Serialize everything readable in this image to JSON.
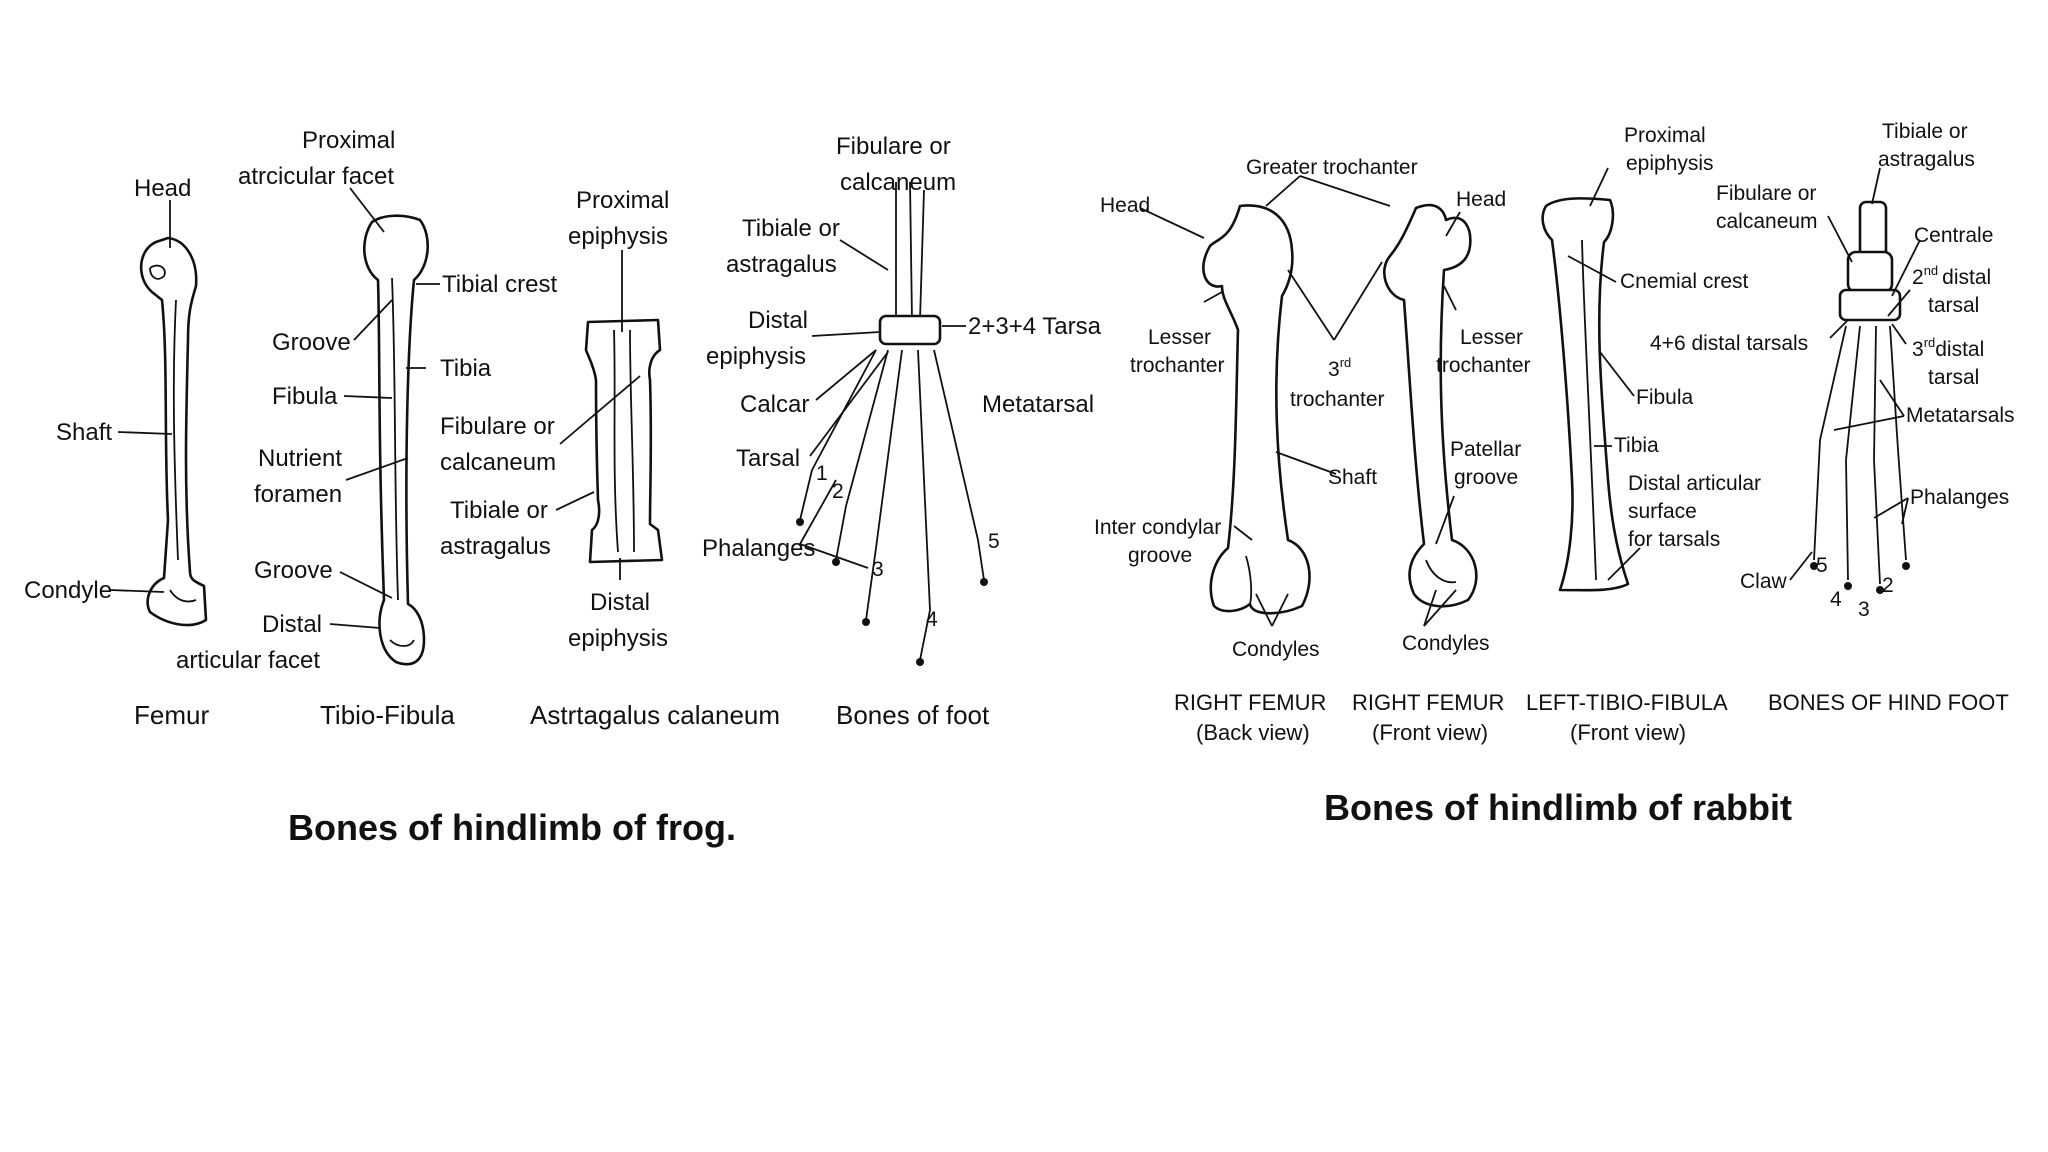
{
  "frog": {
    "title": "Bones of hindlimb of frog.",
    "femur": {
      "caption": "Femur",
      "labels": {
        "head": "Head",
        "shaft": "Shaft",
        "condyle": "Condyle"
      }
    },
    "tibio_fibula": {
      "caption": "Tibio-Fibula",
      "labels": {
        "proximal_1": "Proximal",
        "proximal_2": "atrcicular facet",
        "tibial_crest": "Tibial crest",
        "groove_top": "Groove",
        "tibia": "Tibia",
        "fibula": "Fibula",
        "nutrient_1": "Nutrient",
        "nutrient_2": "foramen",
        "groove_bottom": "Groove",
        "distal_1": "Distal",
        "distal_2": "articular facet"
      }
    },
    "astragalus": {
      "caption": "Astrtagalus calaneum",
      "labels": {
        "proximal_1": "Proximal",
        "proximal_2": "epiphysis",
        "fibulare_1": "Fibulare or",
        "fibulare_2": "calcaneum",
        "tibiale_1": "Tibiale or",
        "tibiale_2": "astragalus",
        "distal_1": "Distal",
        "distal_2": "epiphysis"
      }
    },
    "foot": {
      "caption": "Bones of foot",
      "labels": {
        "fibulare_1": "Fibulare or",
        "fibulare_2": "calcaneum",
        "tibiale_1": "Tibiale or",
        "tibiale_2": "astragalus",
        "distal_1": "Distal",
        "distal_2": "epiphysis",
        "tarsals_234": "2+3+4 Tarsa",
        "calcar": "Calcar",
        "tarsal": "Tarsal",
        "metatarsal": "Metatarsal",
        "phalanges": "Phalanges",
        "d1": "1",
        "d2": "2",
        "d3": "3",
        "d4": "4",
        "d5": "5"
      }
    }
  },
  "rabbit": {
    "title": "Bones of hindlimb of rabbit",
    "femur_back": {
      "caption_1": "RIGHT FEMUR",
      "caption_2": "(Back view)",
      "labels": {
        "head": "Head",
        "greater_trochanter": "Greater trochanter",
        "lesser_1": "Lesser",
        "lesser_2": "trochanter",
        "third_1": "3",
        "third_sup": "rd",
        "third_2": "trochanter",
        "shaft": "Shaft",
        "inter_1": "Inter condylar",
        "inter_2": "groove",
        "condyles": "Condyles"
      }
    },
    "femur_front": {
      "caption_1": "RIGHT FEMUR",
      "caption_2": "(Front view)",
      "labels": {
        "head": "Head",
        "lesser_1": "Lesser",
        "lesser_2": "trochanter",
        "patellar_1": "Patellar",
        "patellar_2": "groove",
        "condyles": "Condyles"
      }
    },
    "tibio_fibula": {
      "caption_1": "LEFT-TIBIO-FIBULA",
      "caption_2": "(Front view)",
      "labels": {
        "proximal_1": "Proximal",
        "proximal_2": "epiphysis",
        "cnemial_crest": "Cnemial crest",
        "fibula": "Fibula",
        "tibia": "Tibia",
        "distal_1": "Distal articular",
        "distal_2": "surface",
        "distal_3": "for tarsals"
      }
    },
    "hind_foot": {
      "caption": "BONES OF HIND FOOT",
      "labels": {
        "tibiale_1": "Tibiale or",
        "tibiale_2": "astragalus",
        "fibulare_1": "Fibulare or",
        "fibulare_2": "calcaneum",
        "centrale": "Centrale",
        "second_1": "2",
        "second_sup": "nd",
        "second_2": "distal",
        "second_3": "tarsal",
        "tarsals_46": "4+6 distal tarsals",
        "third_1": "3",
        "third_sup": "rd",
        "third_2": "distal",
        "third_3": "tarsal",
        "metatarsals": "Metatarsals",
        "phalanges": "Phalanges",
        "claw": "Claw",
        "d5": "5",
        "d4": "4",
        "d3": "3",
        "d2": "2"
      }
    }
  }
}
